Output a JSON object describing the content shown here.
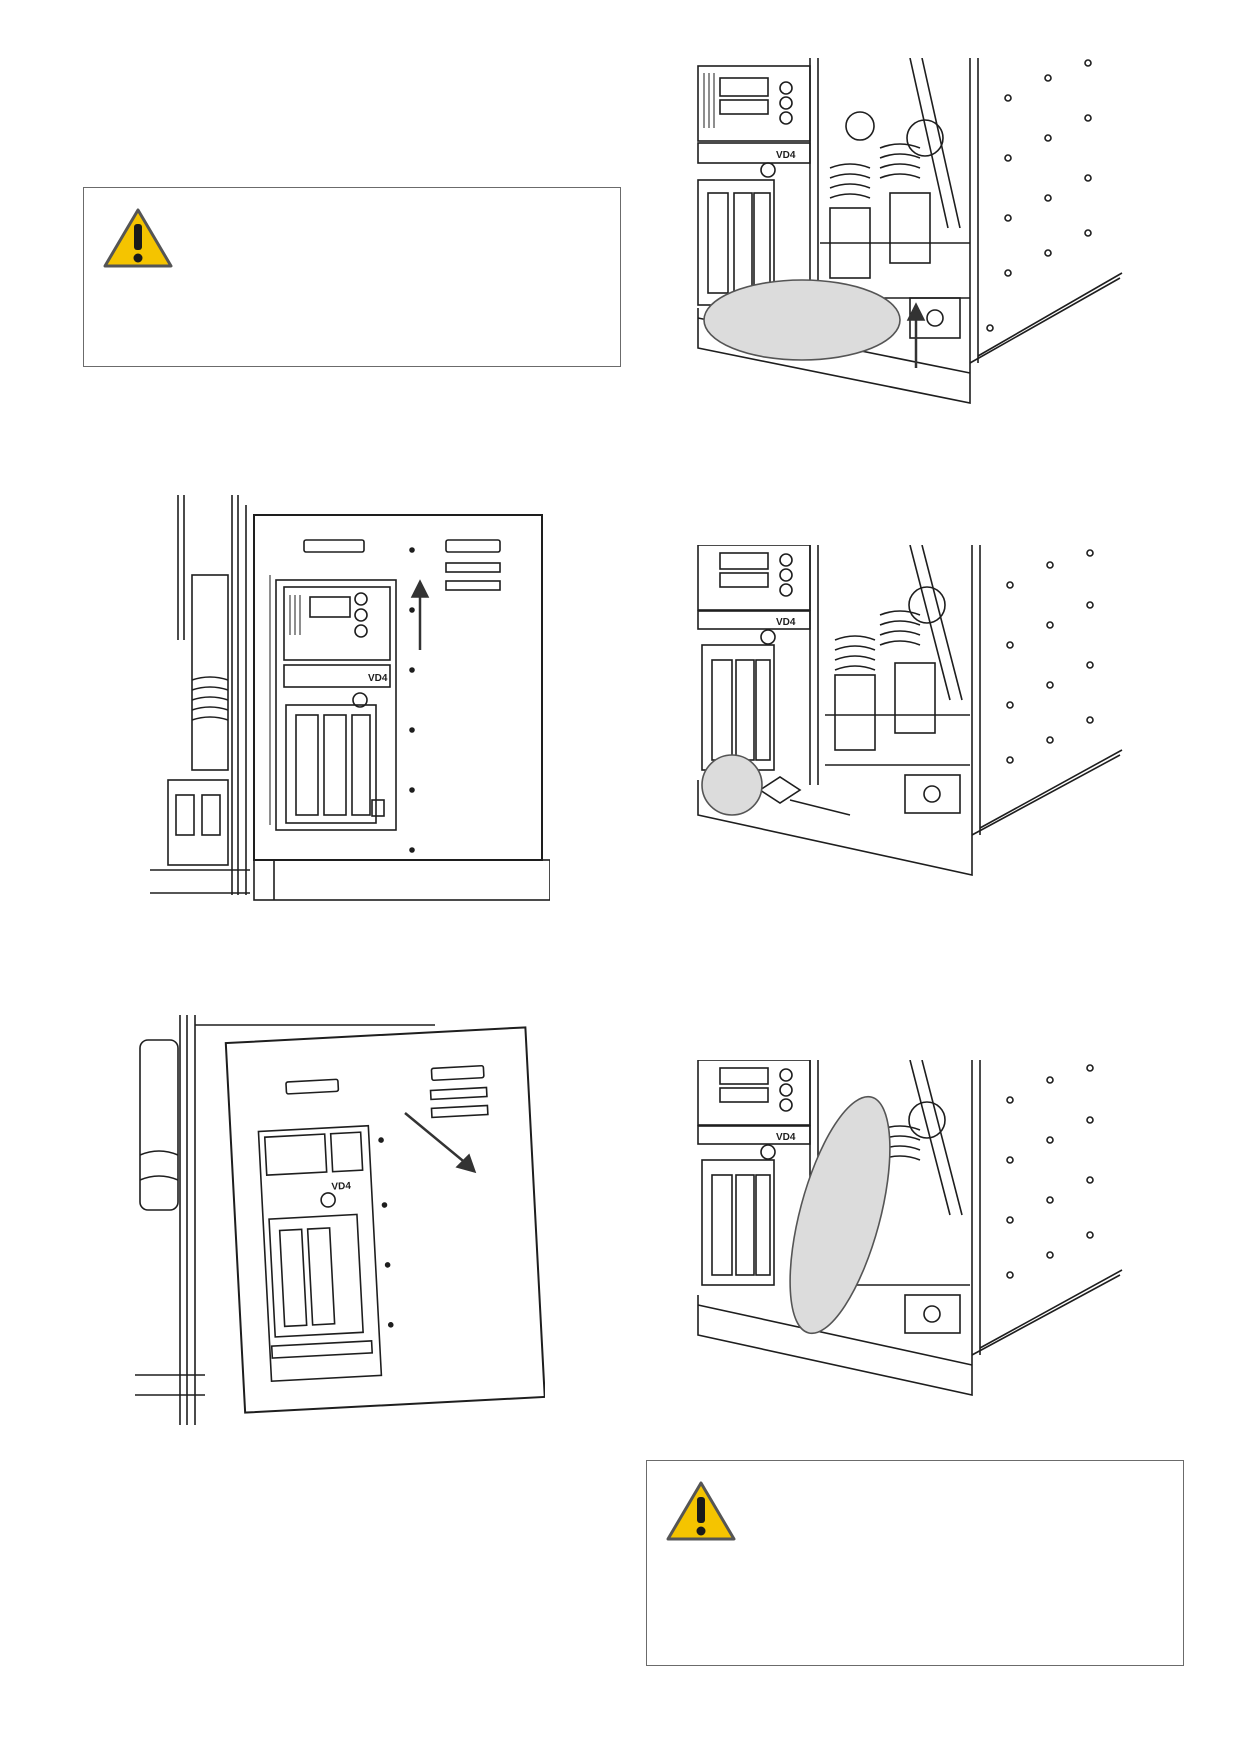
{
  "page": {
    "background": "#ffffff"
  },
  "warnings": [
    {
      "name": "warning-box-top",
      "icon": "warning-triangle-icon",
      "text": ""
    },
    {
      "name": "warning-box-bottom",
      "icon": "warning-triangle-icon",
      "text": ""
    }
  ],
  "colors": {
    "warning_fill": "#f5c400",
    "warning_stroke": "#555555",
    "highlight_fill": "#dcdcdc",
    "line": "#1e1e1e",
    "arrow": "#333333"
  },
  "figures": [
    {
      "name": "figure-panel-lift",
      "arrow": "up-arrow-icon",
      "device_label": "VD4"
    },
    {
      "name": "figure-panel-remove",
      "arrow": "diagonal-arrow-icon",
      "device_label": "VD4"
    },
    {
      "name": "figure-front-bottom-highlight",
      "highlight": "ellipse-highlight",
      "arrow": "up-arrow-icon",
      "device_label": "VD4"
    },
    {
      "name": "figure-corner-highlight",
      "highlight": "circle-highlight",
      "device_label": "VD4"
    },
    {
      "name": "figure-side-highlight",
      "highlight": "ellipse-highlight",
      "device_label": "VD4"
    }
  ]
}
